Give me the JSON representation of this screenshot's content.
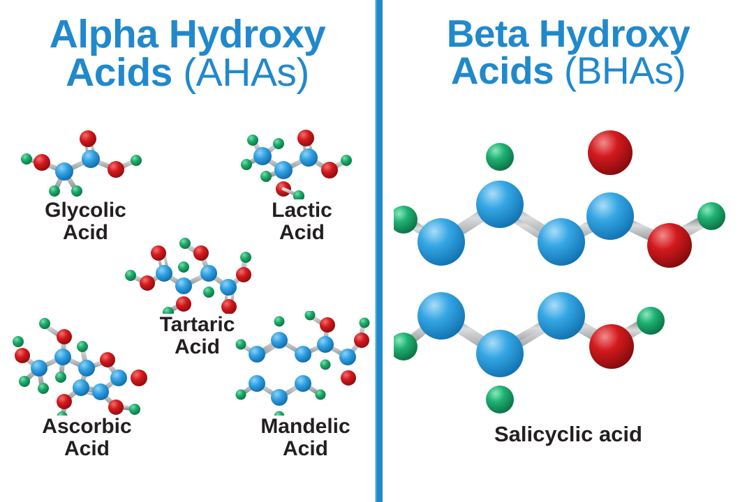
{
  "palette": {
    "heading_blue": "#2189cb",
    "divider_blue": "#2189cb",
    "label_black": "#231f20",
    "carbon_blue": "#2196dd",
    "oxygen_red": "#cc1418",
    "hydrogen_green": "#18a866",
    "bond_grey": "#b9bcbe",
    "background": "#ffffff"
  },
  "left_panel": {
    "title": {
      "line1_bold": "Alpha Hydroxy",
      "line2_bold": "Acids",
      "line2_regular": " (AHAs)"
    },
    "molecules": [
      {
        "id": "glycolic",
        "label_line1": "Glycolic",
        "label_line2": "Acid"
      },
      {
        "id": "lactic",
        "label_line1": "Lactic",
        "label_line2": "Acid"
      },
      {
        "id": "tartaric",
        "label_line1": "Tartaric",
        "label_line2": "Acid"
      },
      {
        "id": "ascorbic",
        "label_line1": "Ascorbic",
        "label_line2": "Acid"
      },
      {
        "id": "mandelic",
        "label_line1": "Mandelic",
        "label_line2": "Acid"
      }
    ]
  },
  "right_panel": {
    "title": {
      "line1_bold": "Beta Hydroxy",
      "line2_bold": "Acids",
      "line2_regular": " (BHAs)"
    },
    "molecule": {
      "id": "salicyclic",
      "label": "Salicyclic acid"
    }
  }
}
